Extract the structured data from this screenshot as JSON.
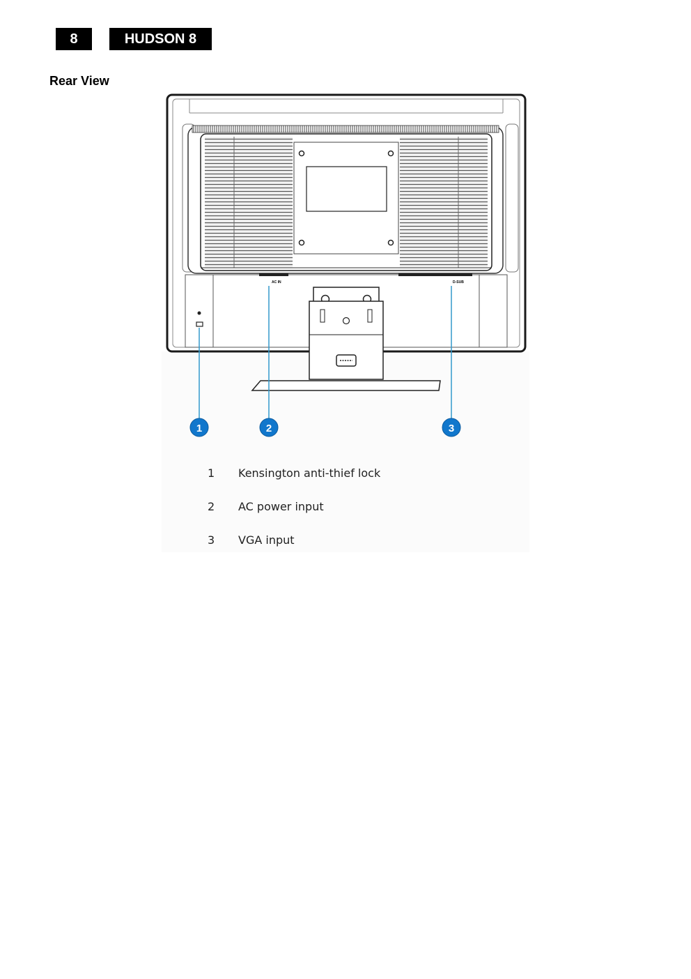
{
  "header": {
    "page_number": "8",
    "model": "HUDSON 8"
  },
  "section": {
    "title": "Rear View"
  },
  "figure": {
    "port_labels": {
      "ac_in": "AC IN",
      "d_sub": "D-SUB"
    },
    "callouts": [
      "1",
      "2",
      "3"
    ],
    "callout_color": "#1177cc",
    "legend": [
      {
        "num": "1",
        "text": "Kensington anti-thief lock"
      },
      {
        "num": "2",
        "text": "AC power input"
      },
      {
        "num": "3",
        "text": "VGA input"
      }
    ]
  }
}
